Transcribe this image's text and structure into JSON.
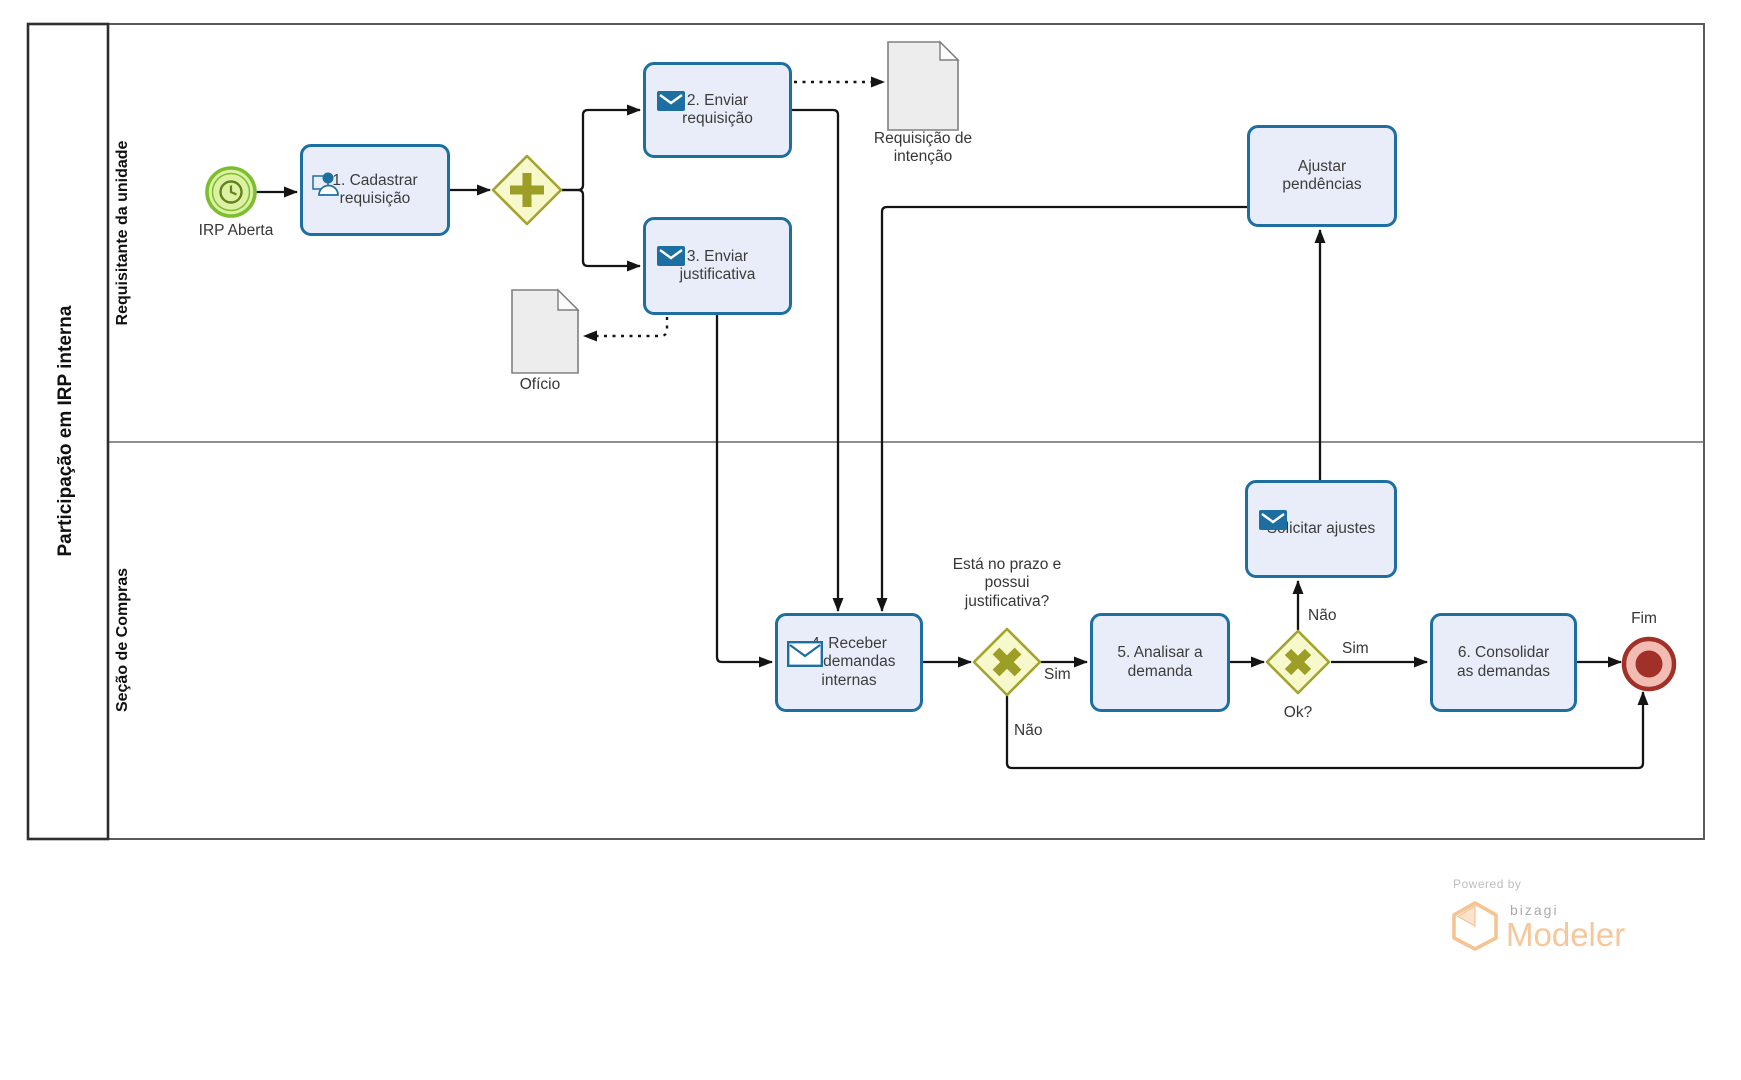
{
  "pool": {
    "title": "Participação em IRP interna"
  },
  "lanes": [
    {
      "label": "Requisitante da unidade"
    },
    {
      "label": "Seção de Compras"
    }
  ],
  "events": {
    "start": {
      "type": "timer-start",
      "label": "IRP Aberta"
    },
    "end": {
      "type": "end",
      "label": "Fim"
    }
  },
  "tasks": {
    "t1": {
      "label": "1. Cadastrar\nrequisição",
      "icon": "user-icon"
    },
    "t2": {
      "label": "2. Enviar\nrequisição",
      "icon": "send-message-icon"
    },
    "t3": {
      "label": "3. Enviar\njustificativa",
      "icon": "send-message-icon"
    },
    "t4": {
      "label": "4. Receber\nas demandas\ninternas",
      "icon": "receive-message-icon"
    },
    "t5": {
      "label": "5. Analisar a\ndemanda"
    },
    "t6": {
      "label": "6. Consolidar\nas demandas"
    },
    "solicitar": {
      "label": "Solicitar ajustes",
      "icon": "send-message-icon"
    },
    "ajustar": {
      "label": "Ajustar\npendências"
    }
  },
  "gateways": {
    "parallel": {
      "type": "parallel"
    },
    "g1": {
      "type": "exclusive",
      "question": "Está no prazo e\npossui\njustificativa?",
      "yes": "Sim",
      "no": "Não"
    },
    "g2": {
      "type": "exclusive",
      "label": "Ok?",
      "yes": "Sim",
      "no": "Não"
    }
  },
  "documents": {
    "d1": {
      "label": "Requisição de\nintenção"
    },
    "d2": {
      "label": "Ofício"
    }
  },
  "watermark": {
    "powered_by": "Powered by",
    "brand": "bizagi",
    "product": "Modeler"
  },
  "colors": {
    "task_border": "#1d6fa2",
    "task_fill": "#e9edf9",
    "gateway_border": "#a2a42e",
    "gateway_fill": "#f8f8cd",
    "gateway_glyph": "#9c9e26",
    "start_border": "#7cbe30",
    "start_fill": "#ddf1a4",
    "start_glyph": "#64821c",
    "end_ring": "#a03028",
    "end_fill": "#f2bcb2",
    "flow": "#141414",
    "document_fill": "#ededed",
    "document_border": "#808080",
    "watermark_orange": "#f7c79b"
  }
}
